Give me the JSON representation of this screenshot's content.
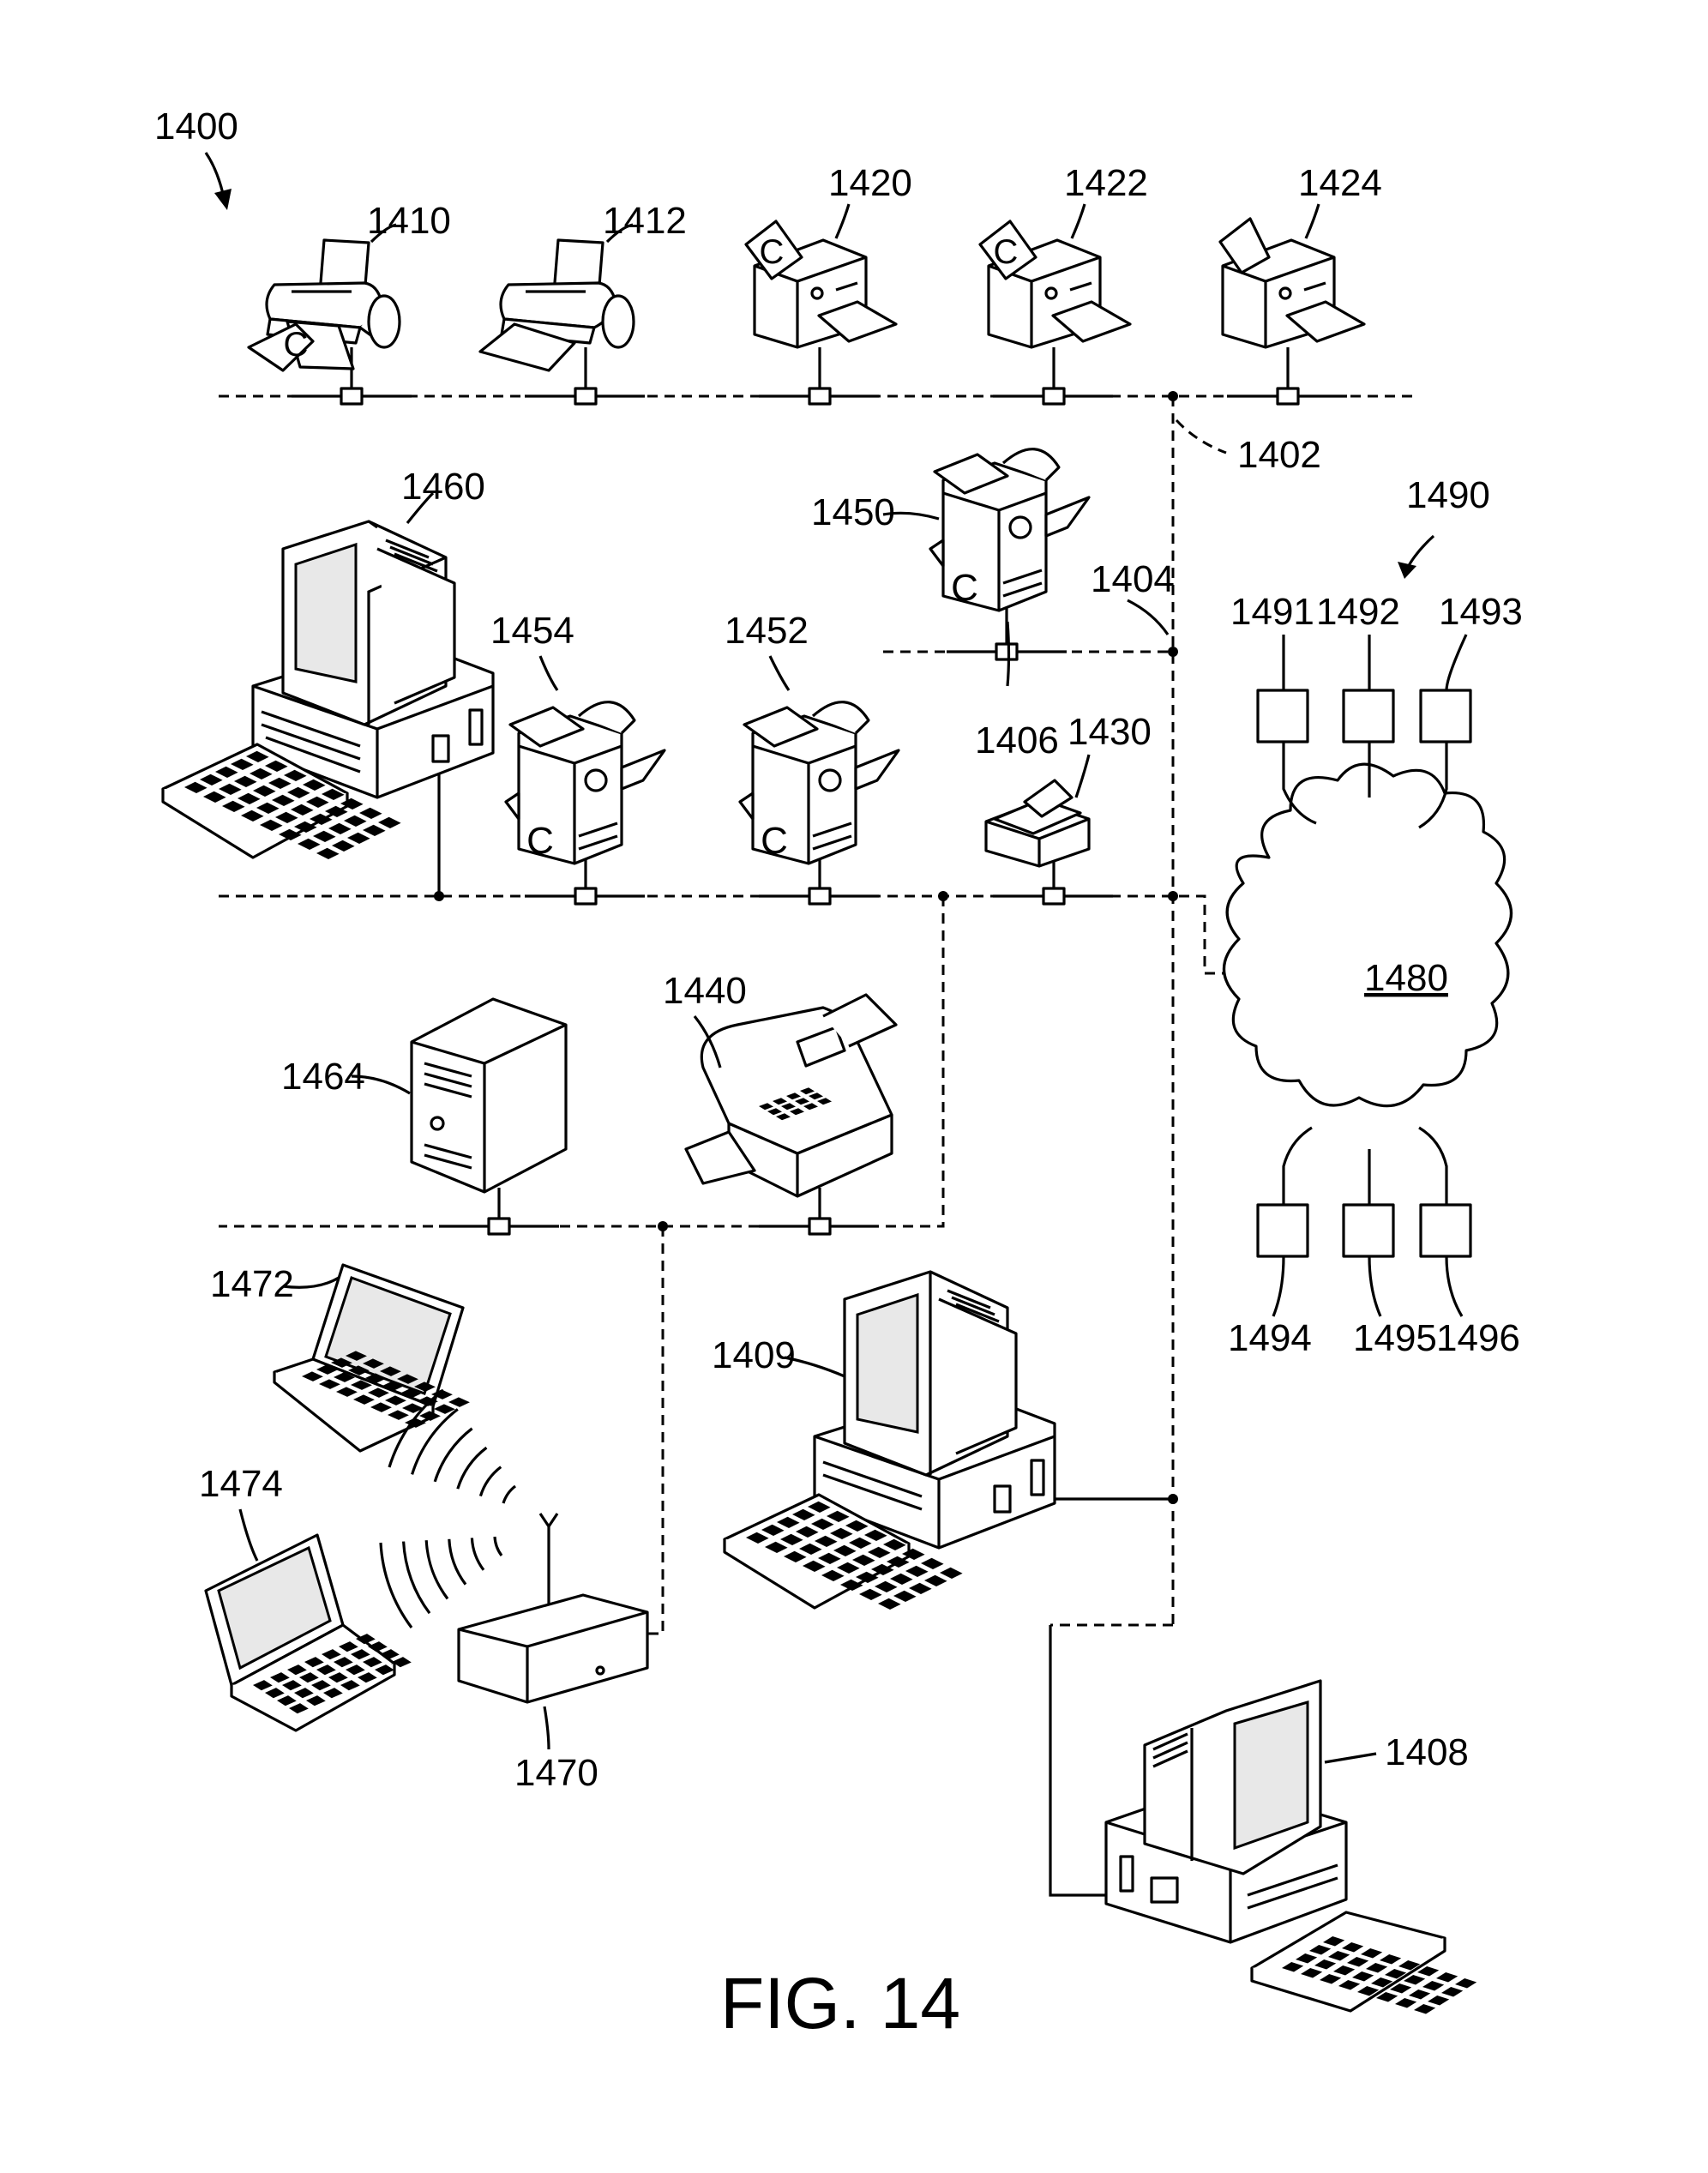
{
  "figure": {
    "title": "FIG. 14",
    "system_label": "1400",
    "cloud_label": "1480",
    "group_label": "1490"
  },
  "networks": {
    "n1402": "1402",
    "n1404": "1404",
    "n1406": "1406"
  },
  "devices": {
    "printer_1410": "1410",
    "printer_1412": "1412",
    "printer_1420": "1420",
    "printer_1422": "1422",
    "printer_1424": "1424",
    "printer_1430": "1430",
    "fax_1440": "1440",
    "mfd_1450": "1450",
    "mfd_1452": "1452",
    "mfd_1454": "1454",
    "computer_1460": "1460",
    "server_1464": "1464",
    "computer_1409": "1409",
    "computer_1408": "1408",
    "laptop_1472": "1472",
    "laptop_1474": "1474",
    "access_point_1470": "1470"
  },
  "nodes": {
    "n1491": "1491",
    "n1492": "1492",
    "n1493": "1493",
    "n1494": "1494",
    "n1495": "1495",
    "n1496": "1496"
  },
  "glyphs": {
    "paper_mark": "C"
  }
}
